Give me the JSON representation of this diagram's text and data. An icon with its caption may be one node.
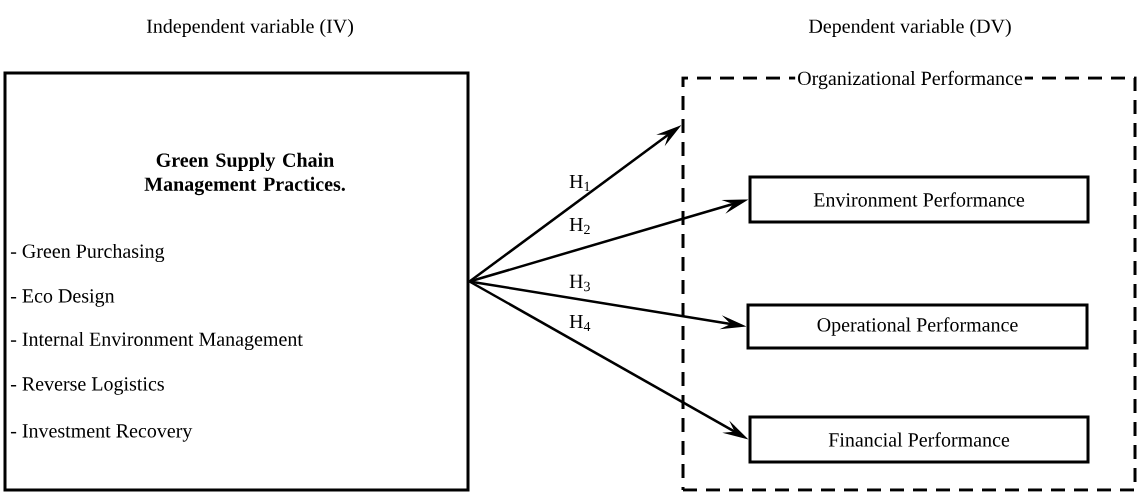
{
  "diagram": {
    "nodes": [
      {
        "text": [
          "Green Supply Chain Management Practices.",
          "- Green Purchasing",
          "- Eco Design",
          "- Internal Environment Management",
          "- Reverse Logistics",
          "- Investment Recovery"
        ]
      },
      {
        "text": [
          "Organizational Performance"
        ]
      },
      {
        "text": [
          "Environment Performance"
        ],
        "in": 1
      },
      {
        "text": [
          "Operational Performance"
        ],
        "in": 1
      },
      {
        "text": [
          "Financial Performance"
        ],
        "in": 1
      }
    ],
    "edges": [
      {
        "from": 0,
        "to": 1,
        "arrow": "to",
        "label": "H$_{1}$"
      },
      {
        "from": 0,
        "to": 2,
        "arrow": "to",
        "label": "H$_{2}$"
      },
      {
        "from": 0,
        "to": 3,
        "arrow": "to",
        "label": "H$_{3}$"
      },
      {
        "from": 0,
        "to": 4,
        "arrow": "to",
        "label": "H$_{4}$"
      }
    ],
    "labels": [
      "Independent variable (IV)",
      "Dependent variable (DV)"
    ]
  }
}
